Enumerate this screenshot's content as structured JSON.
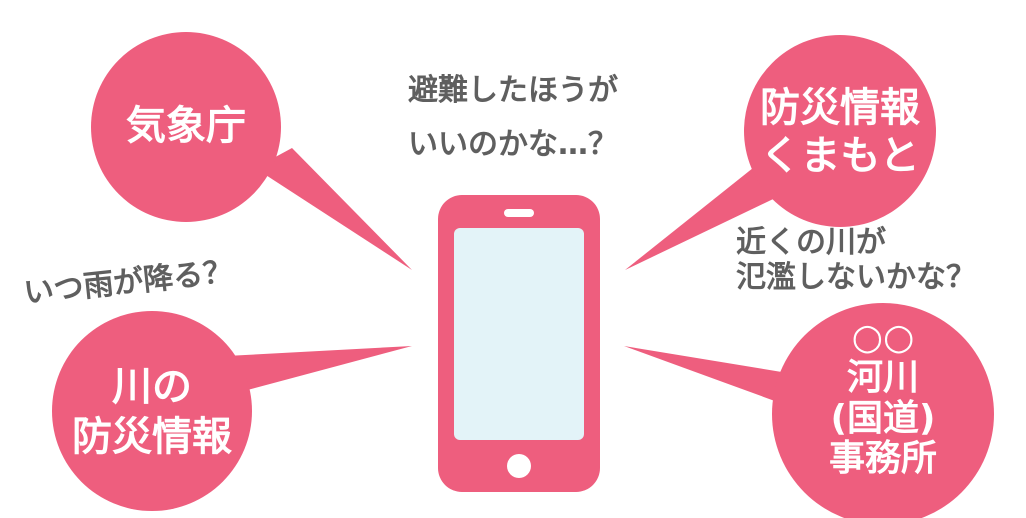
{
  "colors": {
    "bubble": "#EE5E7E",
    "phone": "#EE5E7E",
    "screen": "#E3F3F8",
    "question_text": "#5F5F5F",
    "bubble_text": "#FFFFFF"
  },
  "bubbles": {
    "jma": {
      "lines": [
        "気象庁"
      ]
    },
    "bousai_kumamoto": {
      "lines": [
        "防災情報",
        "くまもと"
      ]
    },
    "river_info": {
      "lines": [
        "川の",
        "防災情報"
      ]
    },
    "river_office": {
      "lines": [
        "○○",
        "河川",
        "(国道)",
        "事務所"
      ]
    }
  },
  "questions": {
    "evacuate": {
      "lines": [
        "避難したほうが",
        "いいのかな…？"
      ]
    },
    "rain": {
      "lines": [
        "いつ雨が降る？"
      ]
    },
    "flood": {
      "lines": [
        "近くの川が",
        "氾濫しないかな？"
      ]
    }
  },
  "icons": {
    "phone": "smartphone-icon"
  }
}
